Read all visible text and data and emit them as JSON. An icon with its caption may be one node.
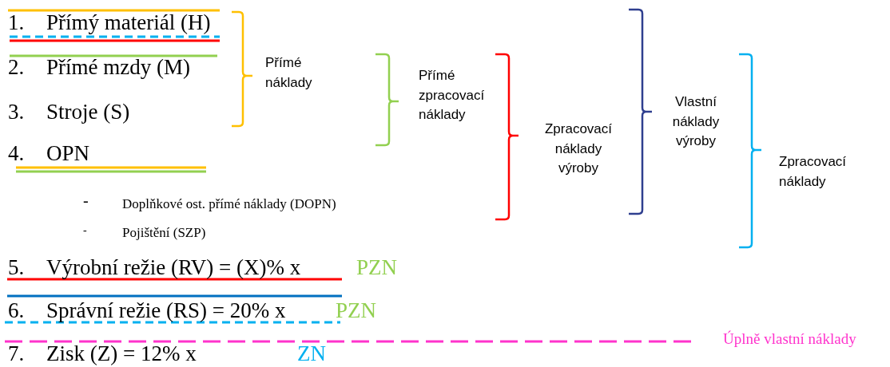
{
  "diagram": {
    "labels": [
      "1.",
      "Přímý materiál (H)",
      "2.",
      "Přímé mzdy (M)",
      "3.",
      "Stroje (S)",
      "4.",
      "OPN",
      "-",
      "Doplňkové ost. přímé náklady (DOPN)",
      "-",
      "Pojištění (SZP)",
      "5.",
      "Výrobní režie (RV) = (X)% x",
      "PZN",
      "6.",
      "Správní režie (RS) = 20% x",
      "PZN",
      "7.",
      "Zisk (Z) = 12% x",
      "ZN",
      "Přímé náklady",
      "Přímé zpracovací náklady",
      "Zpracovací náklady výroby",
      "Vlastní náklady výroby",
      "Zpracovací náklady",
      "Úplně vlastní náklady"
    ]
  }
}
